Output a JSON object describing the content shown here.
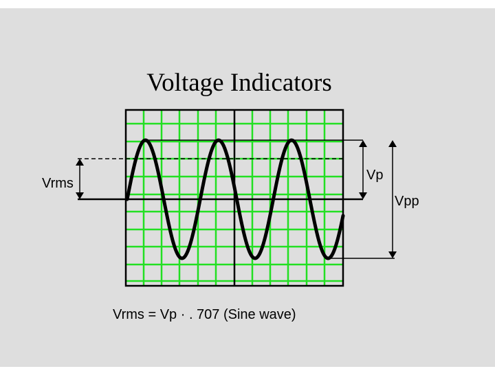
{
  "title": "Voltage Indicators",
  "labels": {
    "vrms": "Vrms",
    "vp": "Vp",
    "vpp": "Vpp"
  },
  "formula": "Vrms = Vp · . 707  (Sine wave)",
  "colors": {
    "background": "#dedede",
    "grid": "#22e022",
    "trace": "#000000"
  },
  "waveform": {
    "type": "sine",
    "cycles": 3,
    "rms_ratio": 0.707
  }
}
